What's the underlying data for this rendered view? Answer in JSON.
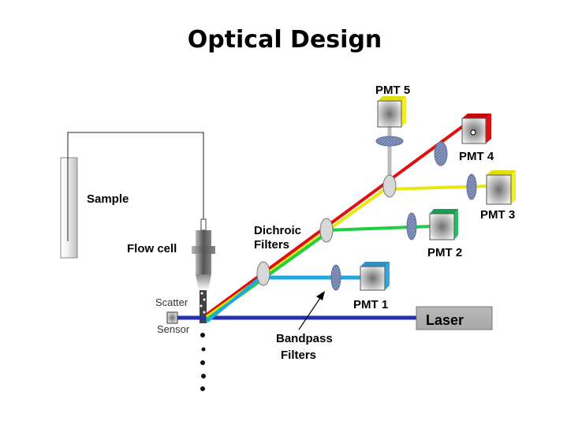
{
  "title": "Optical Design",
  "labels": {
    "sample": "Sample",
    "flow_cell": "Flow cell",
    "scatter": "Scatter",
    "sensor": "Sensor",
    "dichroic_line1": "Dichroic",
    "dichroic_line2": "Filters",
    "bandpass_line1": "Bandpass",
    "bandpass_line2": "Filters",
    "laser": "Laser",
    "pmt1": "PMT 1",
    "pmt2": "PMT 2",
    "pmt3": "PMT 3",
    "pmt4": "PMT 4",
    "pmt5": "PMT 5"
  },
  "colors": {
    "laser_beam": "#2233aa",
    "red_beam": "#e01010",
    "yellow_beam": "#e8e810",
    "green_beam": "#22cc44",
    "cyan_beam": "#20a8e0",
    "pmt1_side": "#2fa8e0",
    "pmt2_side": "#20c060",
    "pmt3_side": "#f0f020",
    "pmt4_side": "#e01010",
    "pmt5_side": "#f0f020",
    "filter": "#7c8cb0"
  },
  "icons": {
    "pmt4_marker": "circle-marker-icon"
  }
}
